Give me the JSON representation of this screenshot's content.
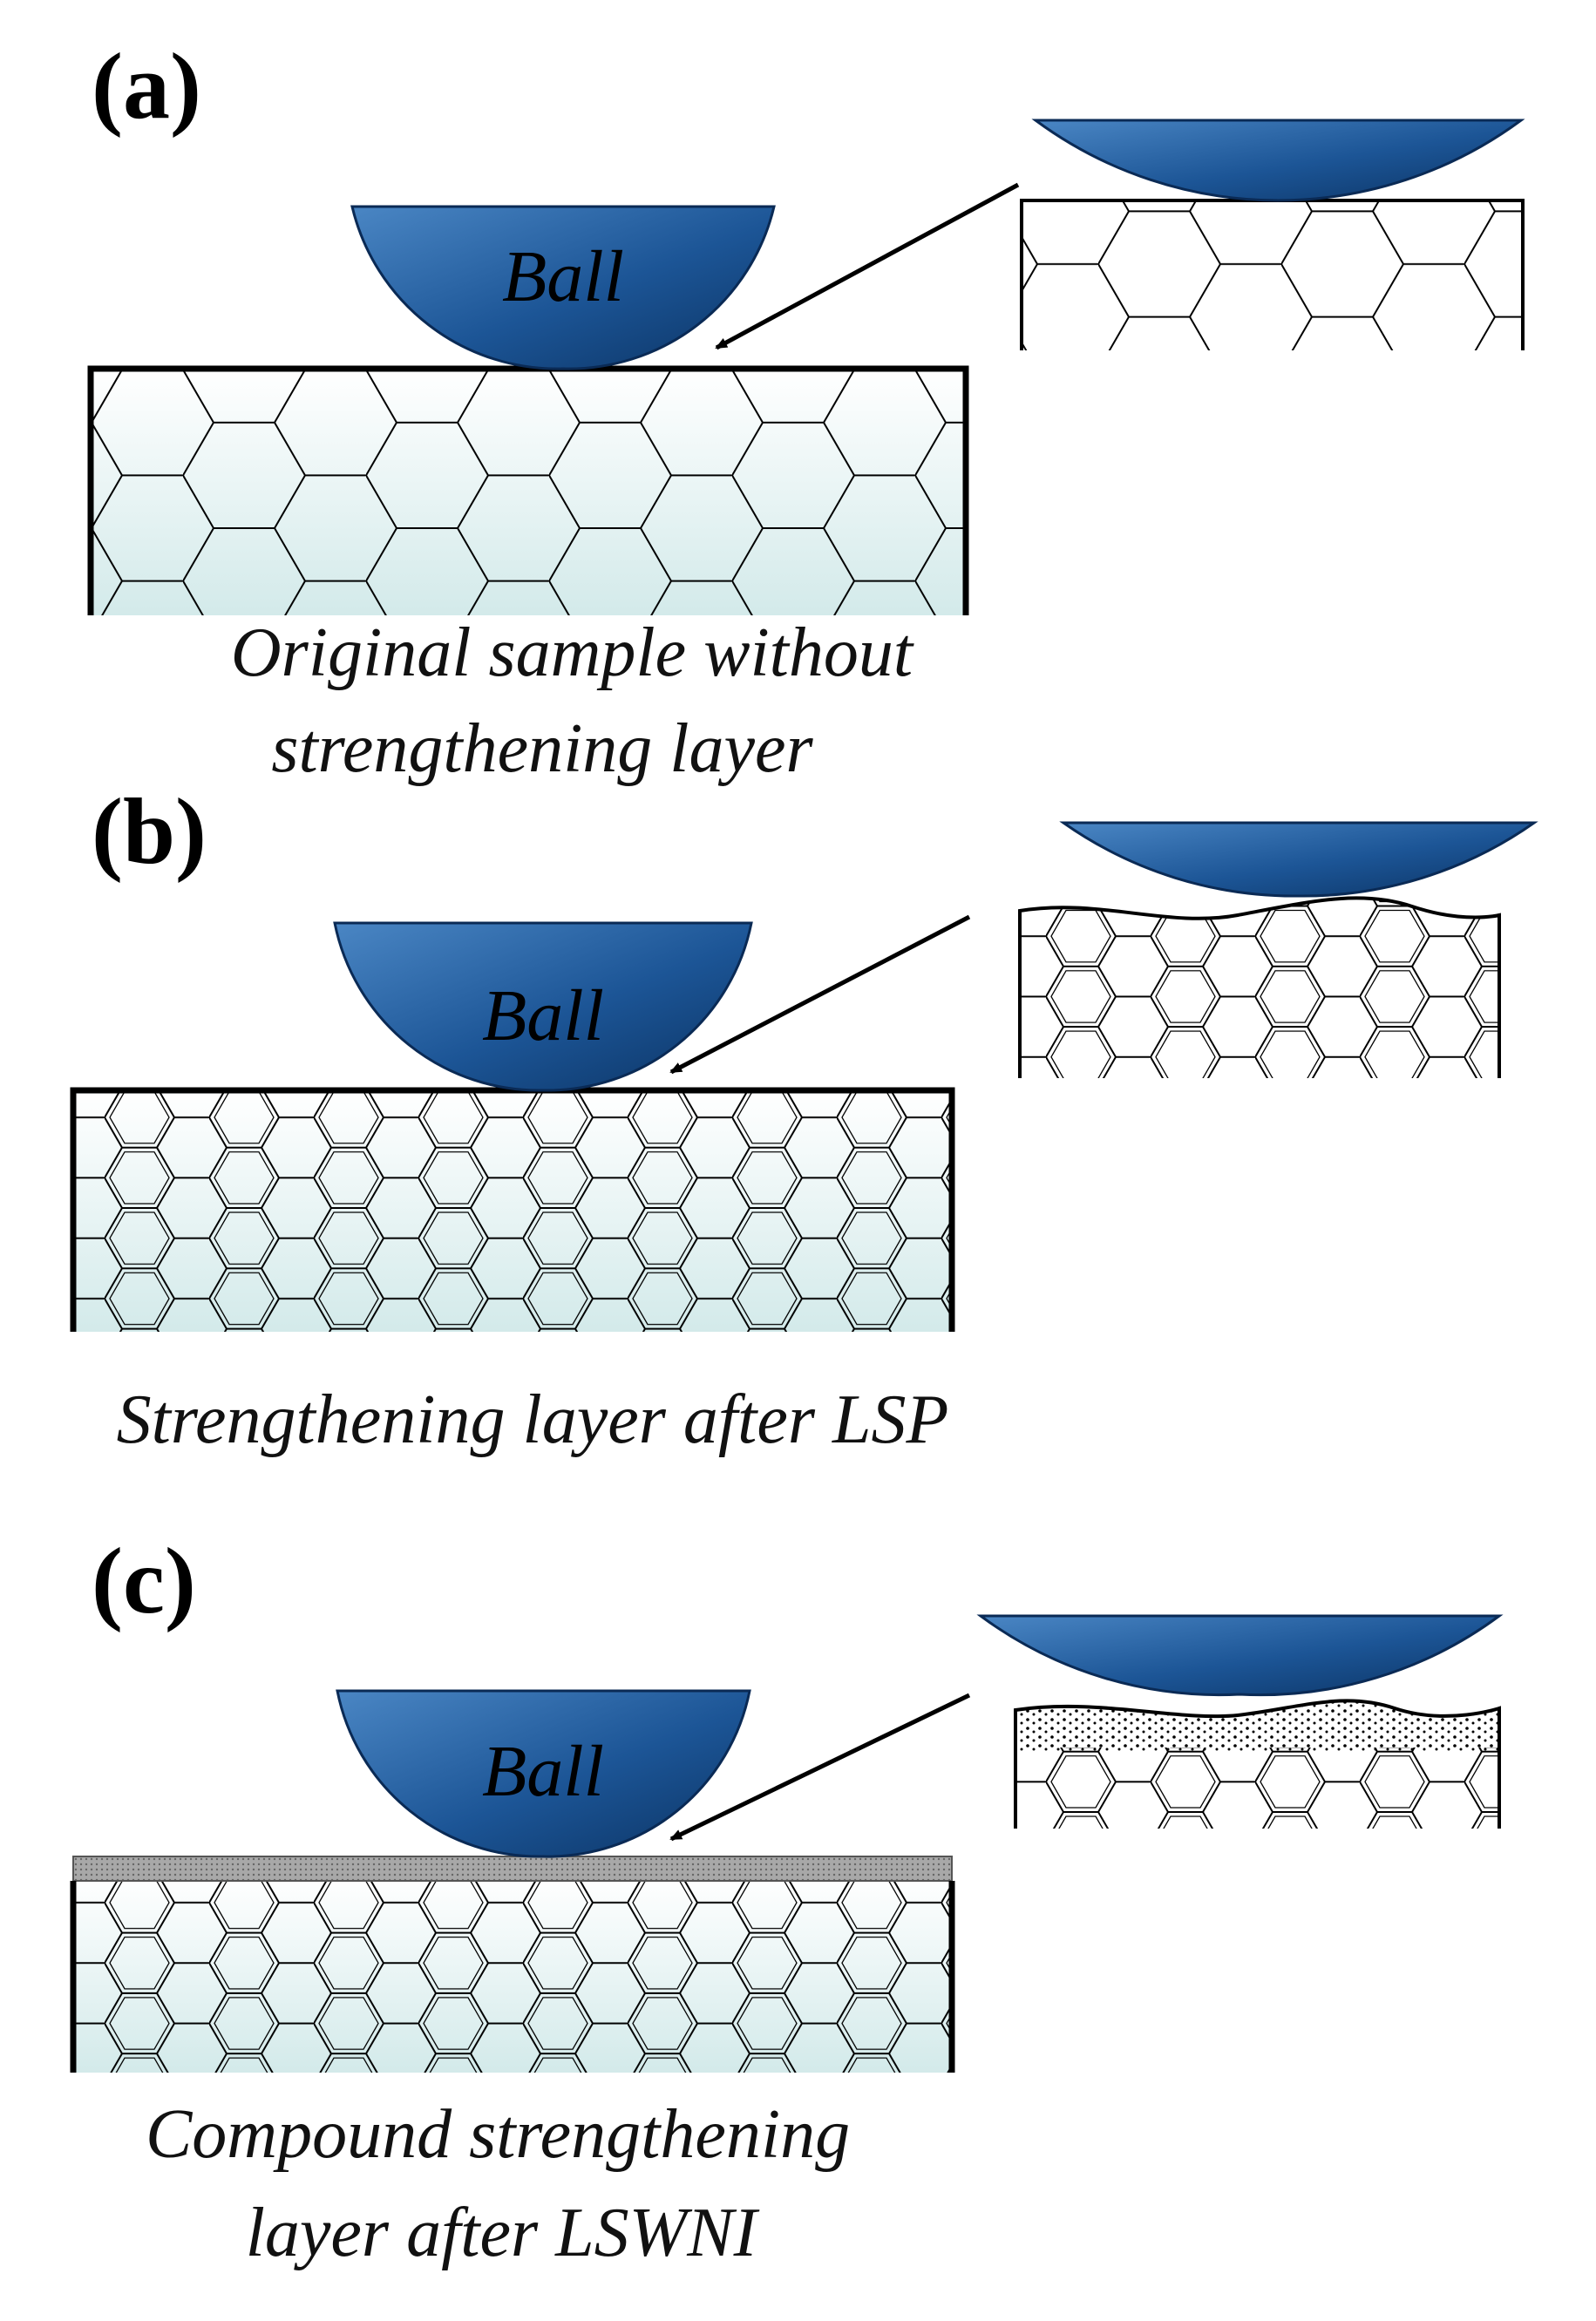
{
  "panels": [
    {
      "id": "a",
      "label": "(a)",
      "ball_label": "Ball",
      "caption_lines": [
        "Original sample without",
        "strengthening layer"
      ]
    },
    {
      "id": "b",
      "label": "(b)",
      "ball_label": "Ball",
      "caption_lines": [
        "Strengthening layer after LSP"
      ]
    },
    {
      "id": "c",
      "label": "(c)",
      "ball_label": "Ball",
      "caption_lines": [
        "Compound strengthening",
        "layer after LSWNI"
      ]
    }
  ],
  "colors": {
    "ball_light": "#3a78b8",
    "ball_dark": "#0d3a6e",
    "substrate_top": "#ffffff",
    "substrate_bottom": "#d6ecec",
    "outline": "#000000",
    "compound_layer": "#9a9a9a"
  }
}
